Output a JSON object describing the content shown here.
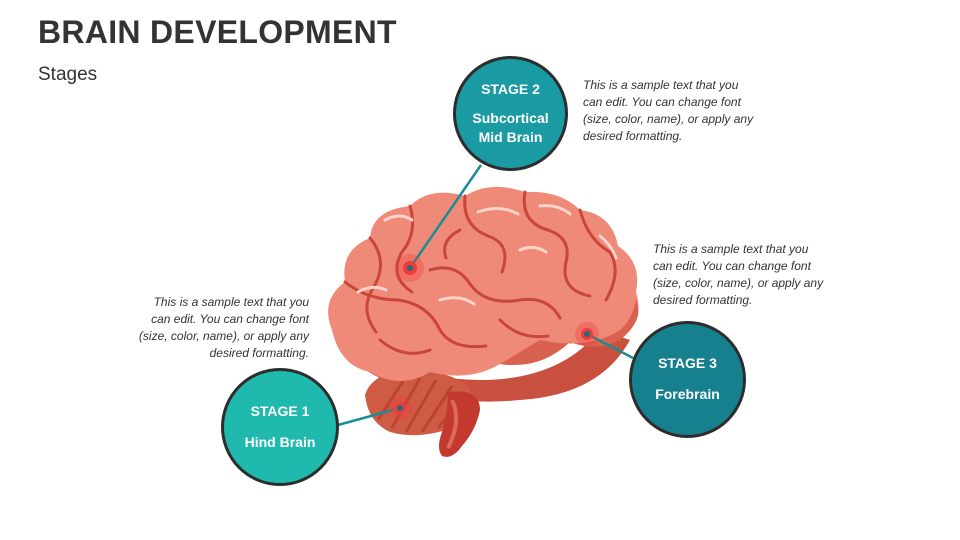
{
  "header": {
    "title": "BRAIN DEVELOPMENT",
    "subtitle": "Stages"
  },
  "stages": [
    {
      "stage_label": "STAGE 1",
      "name_line1": "Hind Brain",
      "name_line2": "",
      "color": "#1fb9ad",
      "description": "This is a sample text that you can edit. You can change font (size, color, name), or apply any desired formatting."
    },
    {
      "stage_label": "STAGE 2",
      "name_line1": "Subcortical",
      "name_line2": "Mid Brain",
      "color": "#1a9aa3",
      "description": "This is a sample text that you can edit. You can change font (size, color, name), or apply any desired formatting."
    },
    {
      "stage_label": "STAGE 3",
      "name_line1": "Forebrain",
      "name_line2": "",
      "color": "#17808f",
      "description": "This is a sample text that you can edit. You can change font (size, color, name), or apply any desired formatting."
    }
  ],
  "colors": {
    "brain": "#f08a78",
    "brain_dark": "#d9614f",
    "highlight": "#ee3b3b",
    "connector": "#1a8c95"
  }
}
